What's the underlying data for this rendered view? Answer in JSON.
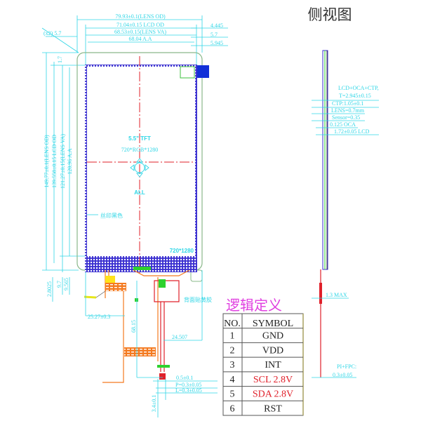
{
  "side_view_title": "侧视图",
  "front_view": {
    "panel_label": "5.5\" TFT",
    "resolution_label": "720*RGB*1280",
    "all_label": "ALL",
    "silkscreen_label": "丝印黑色",
    "corner_resolution": "720*1280",
    "top_dims": [
      "79.93±0.1(LENS OD)",
      "71.04±0.15 LCD OD",
      "68.53±0.15(LENS VA)",
      "68.04 A.A"
    ],
    "right_dims": [
      "4.445",
      "5.7",
      "5.945"
    ],
    "left_corner_dim": "(x2) 5.7",
    "left_dims": [
      "149.77±0.1(LENS OD)",
      "139.558±0.15 LCD OD",
      "121.27±0.15(LENS VA)",
      "120.96 A.A"
    ],
    "top_left_dim": "1.7",
    "bottom_left_dims": [
      "2.8025",
      "9.7",
      "9.565"
    ],
    "fpc_dims": {
      "width_offset": "25.27±0.3",
      "length": "68.15",
      "offset_right": "24.507",
      "pin_width": "0.5±0.1",
      "pitch": "P=0.3±0.05",
      "pin_length": "L=0.3±0.05",
      "tail": "3.4±0.1"
    },
    "fpc_note": "背面贴黄胶"
  },
  "side_view": {
    "stack_note_1": "LCD+OCA+CTP,",
    "stack_note_2": "T=2.945±0.15",
    "layers": [
      "CTP:1.05±0.1",
      "LENS=0.7mm",
      "Sensor=0.35",
      "0.125 OCA",
      "1.72±0.05 LCD"
    ],
    "max_thickness": "1.3 MAX",
    "fpc_note_1": "PI+FPC:",
    "fpc_note_2": "0.3±0.05"
  },
  "pin_table": {
    "title": "逻辑定义",
    "headers": [
      "NO.",
      "SYMBOL"
    ],
    "rows": [
      {
        "no": "1",
        "symbol": "GND"
      },
      {
        "no": "2",
        "symbol": "VDD"
      },
      {
        "no": "3",
        "symbol": "INT"
      },
      {
        "no": "4",
        "symbol": "SCL 2.8V"
      },
      {
        "no": "5",
        "symbol": "SDA 2.8V"
      },
      {
        "no": "6",
        "symbol": "RST"
      }
    ],
    "highlight_color": "#e0202a",
    "title_color": "#e040e0"
  }
}
